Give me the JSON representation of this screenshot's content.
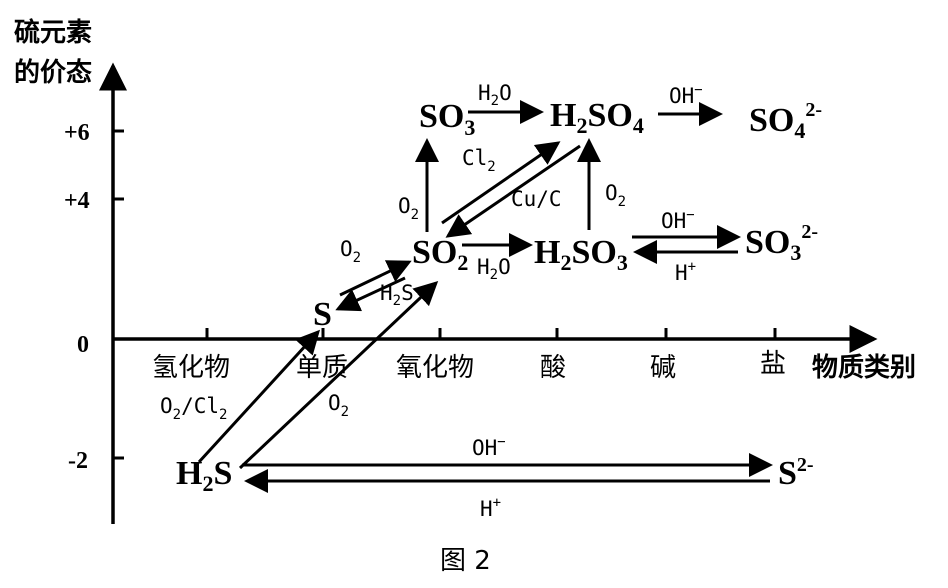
{
  "axes": {
    "y_title_line1": "硫元素",
    "y_title_line2": "的价态",
    "x_title": "物质类别",
    "y_ticks": [
      {
        "label": "+6",
        "value": 6
      },
      {
        "label": "+4",
        "value": 4
      },
      {
        "label": "0",
        "value": 0
      },
      {
        "label": "-2",
        "value": -2
      }
    ],
    "categories": [
      "氢化物",
      "单质",
      "氧化物",
      "酸",
      "碱",
      "盐"
    ]
  },
  "species": {
    "s": {
      "main": "S"
    },
    "so2": {
      "main": "SO",
      "sub": "2"
    },
    "so3": {
      "main": "SO",
      "sub": "3"
    },
    "h2so4": {
      "a": "H",
      "sub": "2",
      "b": "SO",
      "sub2": "4"
    },
    "h2so3": {
      "a": "H",
      "sub": "2",
      "b": "SO",
      "sub2": "3"
    },
    "h2s": {
      "a": "H",
      "sub": "2",
      "b": "S"
    },
    "so4": {
      "main": "SO",
      "sub": "4",
      "sup": "2-"
    },
    "so3ion": {
      "main": "SO",
      "sub": "3",
      "sup": "2-"
    },
    "s2": {
      "main": "S",
      "sup": "2-"
    }
  },
  "conditions": {
    "h2o_a": {
      "a": "H",
      "sub": "2",
      "b": "O"
    },
    "oh_a": {
      "a": "OH",
      "sup": "−"
    },
    "cl2": {
      "a": "Cl",
      "sub": "2"
    },
    "cuc": {
      "a": "Cu/C"
    },
    "o2_b": {
      "a": "O",
      "sub": "2"
    },
    "o2_c": {
      "a": "O",
      "sub": "2"
    },
    "oh_b": {
      "a": "OH",
      "sup": "−"
    },
    "hplus_a": {
      "a": "H",
      "sup": "+"
    },
    "o2_d": {
      "a": "O",
      "sub": "2"
    },
    "h2s_c": {
      "a": "H",
      "sub": "2",
      "b": "S"
    },
    "h2o_b": {
      "a": "H",
      "sub": "2",
      "b": "O"
    },
    "o2cl2": {
      "a": "O",
      "sub": "2",
      "b": "/Cl",
      "sub2": "2"
    },
    "o2_e": {
      "a": "O",
      "sub": "2"
    },
    "oh_c": {
      "a": "OH",
      "sup": "−"
    },
    "hplus_b": {
      "a": "H",
      "sup": "+"
    }
  },
  "caption": "图 2"
}
